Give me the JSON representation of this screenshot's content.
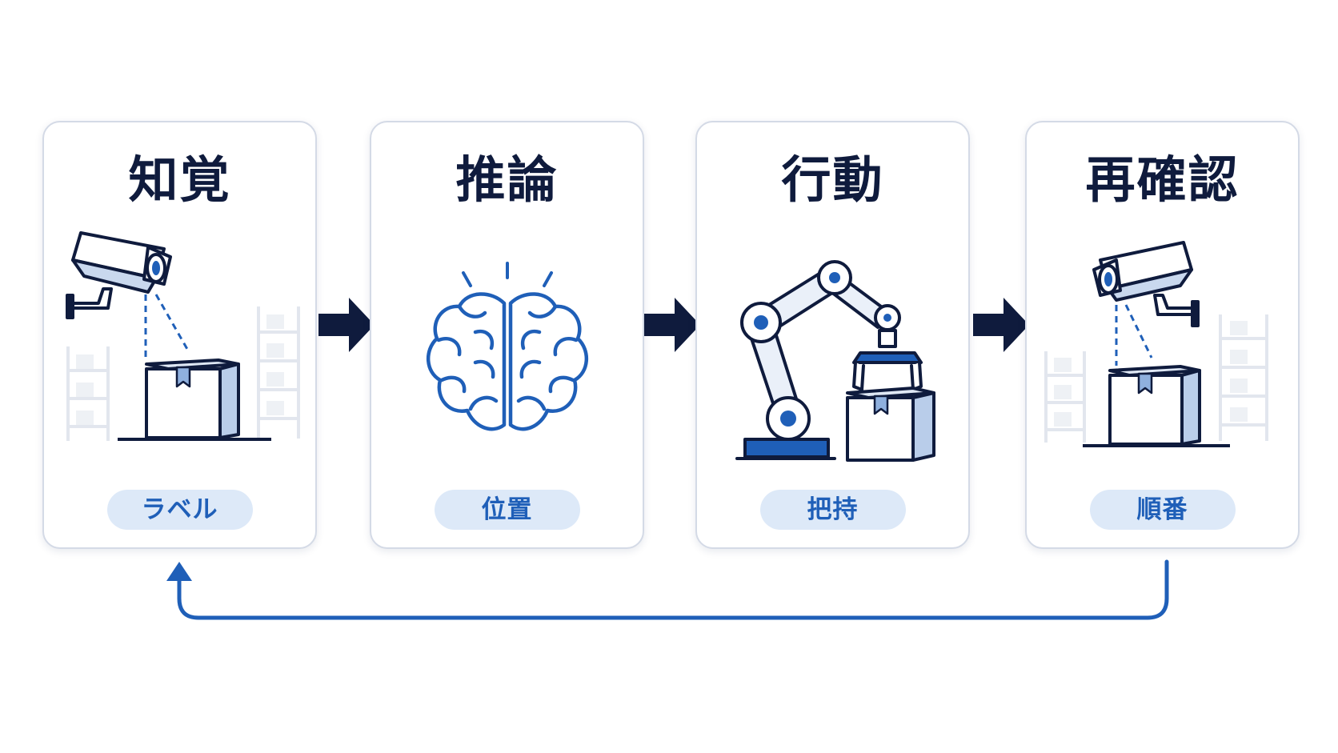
{
  "steps": [
    {
      "title": "知覚",
      "badge": "ラベル",
      "icon": "security-camera-icon"
    },
    {
      "title": "推論",
      "badge": "位置",
      "icon": "brain-icon"
    },
    {
      "title": "行動",
      "badge": "把持",
      "icon": "robot-arm-icon"
    },
    {
      "title": "再確認",
      "badge": "順番",
      "icon": "security-camera-icon"
    }
  ],
  "colors": {
    "navy": "#0f1b3d",
    "accent_blue": "#1f5fb8",
    "badge_bg": "#dde9f8",
    "card_border": "#d4dae6"
  }
}
